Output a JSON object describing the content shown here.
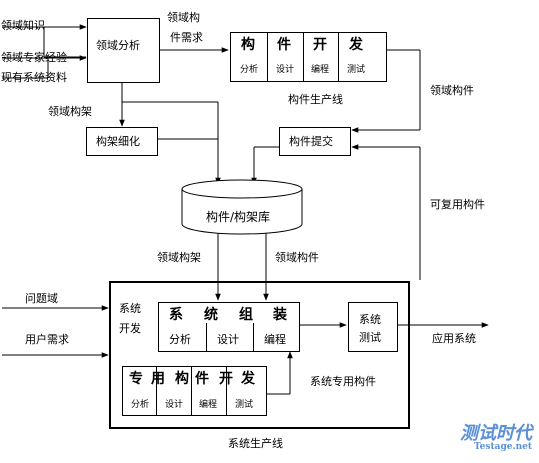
{
  "inputs": {
    "domain_knowledge": "领域知识",
    "domain_experts": "领域专家经验",
    "existing_materials": "现有系统资料"
  },
  "domain_analysis": "领域分析",
  "component_req": {
    "line1": "领域构",
    "line2": "件需求"
  },
  "component_dev": {
    "title": [
      "构",
      "件",
      "开",
      "发"
    ],
    "steps": [
      "分析",
      "设计",
      "编程",
      "测试"
    ]
  },
  "component_line": "构件生产线",
  "domain_component_right": "领域构件",
  "domain_framework_left": "领域构架",
  "framework_refine": "构架细化",
  "component_submit": "构件提交",
  "repository": "构件/构架库",
  "reusable_components": "可复用构件",
  "lower_framework": "领域构架",
  "lower_component": "领域构件",
  "problem_domain": "问题域",
  "user_requirements": "用户需求",
  "system_dev": {
    "line1": "系统",
    "line2": "开发"
  },
  "system_assembly": {
    "title": [
      "系",
      "统",
      "组",
      "装"
    ],
    "steps": [
      "分析",
      "设计",
      "编程"
    ]
  },
  "system_test": {
    "line1": "系统",
    "line2": "测试"
  },
  "application_system": "应用系统",
  "system_specific_components": "系统专用构件",
  "specific_component_dev": {
    "title": [
      "专",
      "用",
      "构",
      "件",
      "开",
      "发"
    ],
    "steps": [
      "分析",
      "设计",
      "编程",
      "测试"
    ]
  },
  "system_line": "系统生产线",
  "logo": {
    "text": "测试时代",
    "sub": "Testage.net"
  }
}
